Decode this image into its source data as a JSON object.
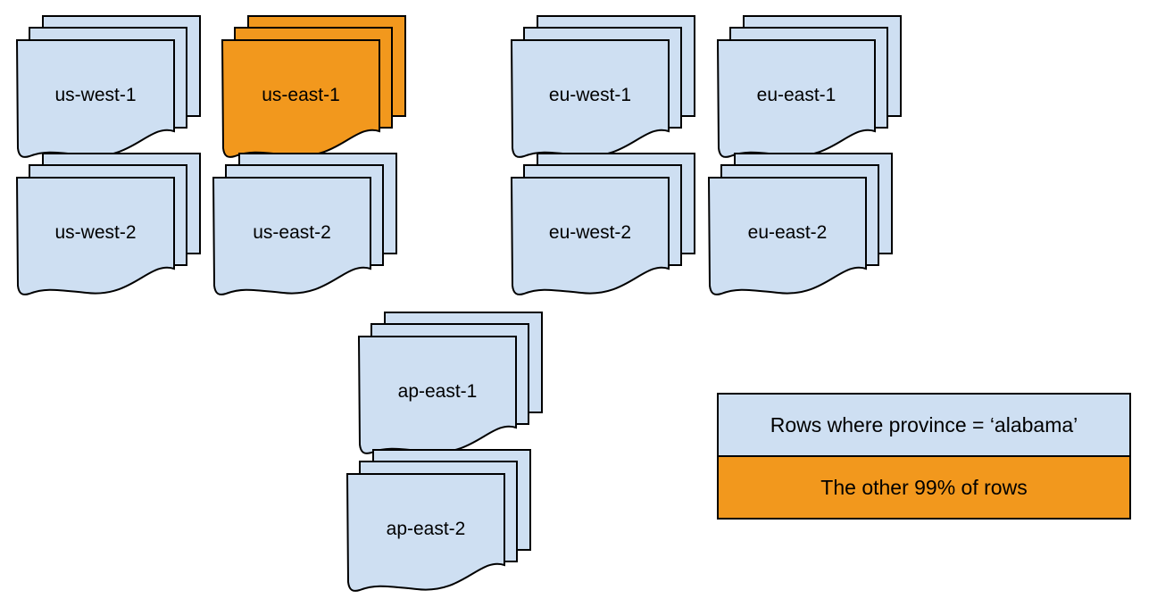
{
  "colors": {
    "doc_blue": "#cedff2",
    "doc_orange": "#f2981d",
    "stroke": "#000000",
    "text": "#000000"
  },
  "stacks": [
    {
      "id": "us-west-1",
      "label": "us-west-1",
      "highlighted": false
    },
    {
      "id": "us-east-1",
      "label": "us-east-1",
      "highlighted": true
    },
    {
      "id": "eu-west-1",
      "label": "eu-west-1",
      "highlighted": false
    },
    {
      "id": "eu-east-1",
      "label": "eu-east-1",
      "highlighted": false
    },
    {
      "id": "us-west-2",
      "label": "us-west-2",
      "highlighted": false
    },
    {
      "id": "us-east-2",
      "label": "us-east-2",
      "highlighted": false
    },
    {
      "id": "eu-west-2",
      "label": "eu-west-2",
      "highlighted": false
    },
    {
      "id": "eu-east-2",
      "label": "eu-east-2",
      "highlighted": false
    },
    {
      "id": "ap-east-1",
      "label": "ap-east-1",
      "highlighted": false
    },
    {
      "id": "ap-east-2",
      "label": "ap-east-2",
      "highlighted": false
    }
  ],
  "legend": {
    "items": [
      {
        "label": "Rows where province = ‘alabama’",
        "color": "#cedff2"
      },
      {
        "label": "The other 99% of rows",
        "color": "#f2981d"
      }
    ]
  }
}
